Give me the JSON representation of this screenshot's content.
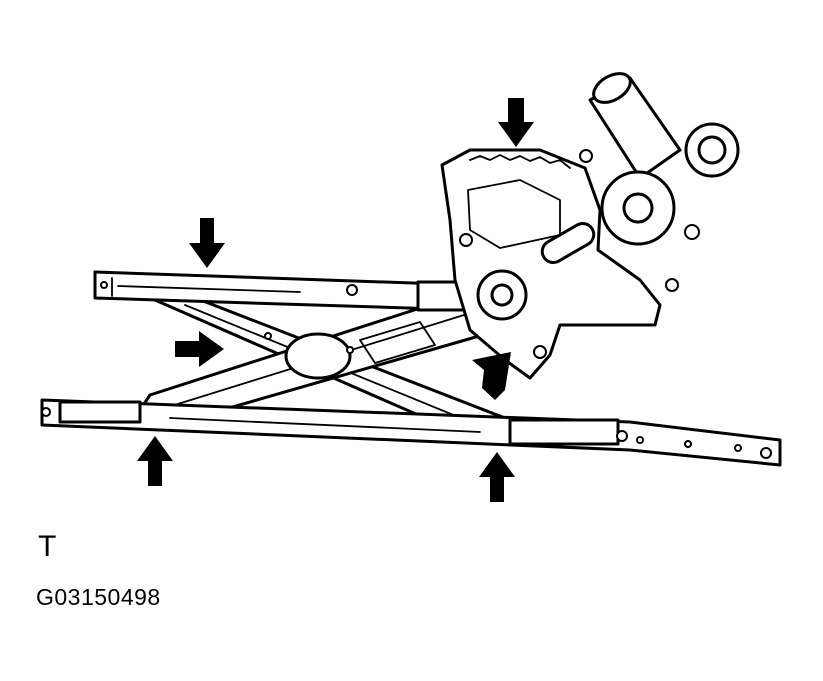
{
  "figure": {
    "view_glyph": "T",
    "figure_code": "G03150498",
    "ink_color": "#000000",
    "background_color": "#ffffff"
  },
  "components": [
    {
      "name": "upper-rail",
      "icon": "rail"
    },
    {
      "name": "lower-rail",
      "icon": "rail"
    },
    {
      "name": "scissor-arm",
      "icon": "arm"
    },
    {
      "name": "sector-gear",
      "icon": "gear"
    },
    {
      "name": "window-motor",
      "icon": "motor"
    }
  ],
  "arrows": [
    {
      "name": "arrow-sector-gear",
      "direction": "down"
    },
    {
      "name": "arrow-upper-rail",
      "direction": "down"
    },
    {
      "name": "arrow-arm-pivot",
      "direction": "right"
    },
    {
      "name": "arrow-motor-bracket",
      "direction": "up-right"
    },
    {
      "name": "arrow-lower-left-pivot",
      "direction": "up"
    },
    {
      "name": "arrow-lower-right-pivot",
      "direction": "up"
    }
  ]
}
